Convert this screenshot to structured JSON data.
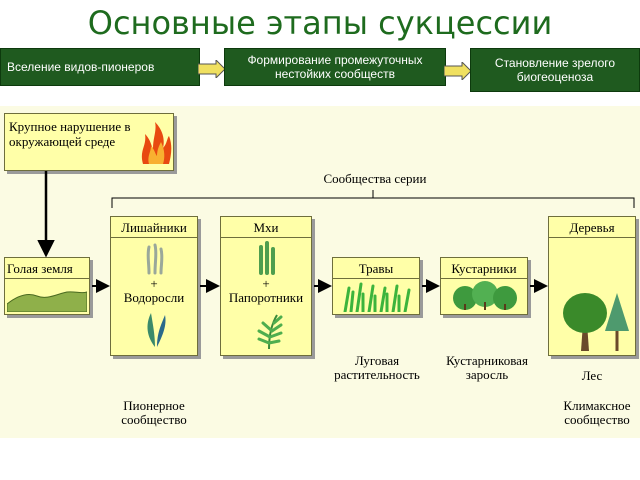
{
  "title": "Основные этапы сукцессии",
  "stages": [
    "Вселение видов-пионеров",
    "Формирование промежуточных нестойких сообществ",
    "Становление зрелого биогеоценоза"
  ],
  "disturbance": "Крупное нарушение в окружающей среде",
  "series_label": "Сообщества серии",
  "bare_land": "Голая земля",
  "lichens": "Лишайники",
  "plus": "+",
  "algae": "Водоросли",
  "mosses": "Мхи",
  "ferns": "Папоротники",
  "grasses": "Травы",
  "shrubs": "Кустарники",
  "trees": "Деревья",
  "meadow_vegetation": "Луговая растительность",
  "shrub_thicket": "Кустарниковая заросль",
  "forest": "Лес",
  "pioneer_community": "Пионерное сообщество",
  "climax_community": "Климаксное сообщество",
  "colors": {
    "title": "#1e6b1e",
    "stage_box": "#1f5a1f",
    "box_fill": "#ffffa8",
    "panel": "#fbfbe3",
    "arrow": "#f0e060"
  }
}
